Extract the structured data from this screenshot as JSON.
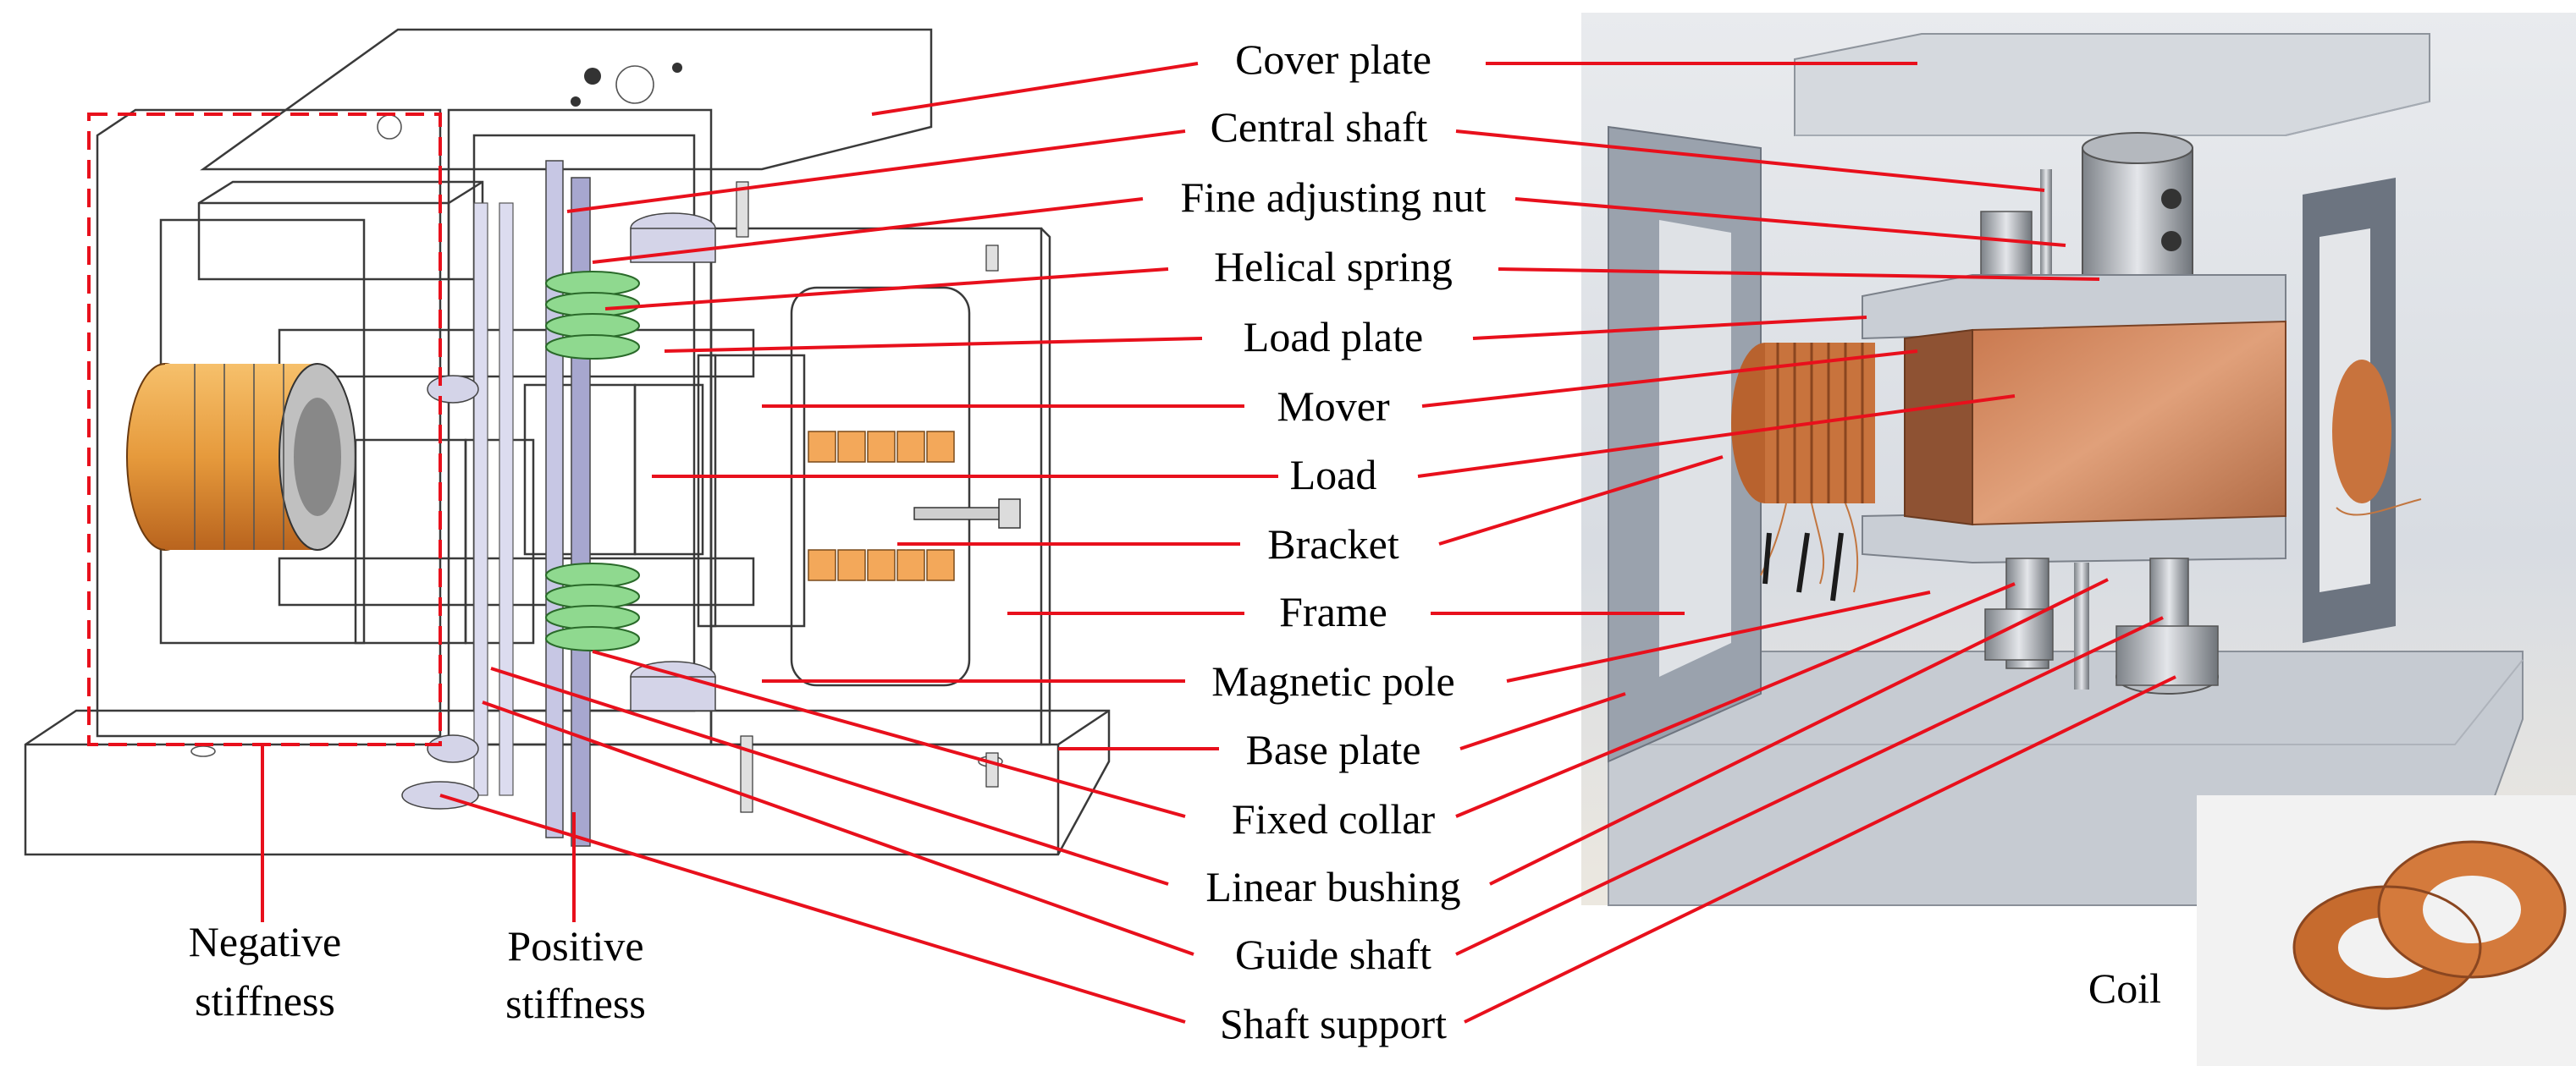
{
  "callouts": [
    "Cover plate",
    "Central shaft",
    "Fine adjusting nut",
    "Helical spring",
    "Load plate",
    "Mover",
    "Load",
    "Bracket",
    "Frame",
    "Magnetic pole",
    "Base plate",
    "Fixed collar",
    "Linear bushing",
    "Guide shaft",
    "Shaft support"
  ],
  "group_labels": {
    "negative": [
      "Negative",
      "stiffness"
    ],
    "positive": [
      "Positive",
      "stiffness"
    ]
  },
  "inset_label": "Coil",
  "colors": {
    "leader": "#e8101c",
    "copper": "#d9774a",
    "magnet": "#f08468",
    "spring": "#8fd98f",
    "shaft": "#a7a7cf",
    "frame_face": "#e6e6e6"
  }
}
